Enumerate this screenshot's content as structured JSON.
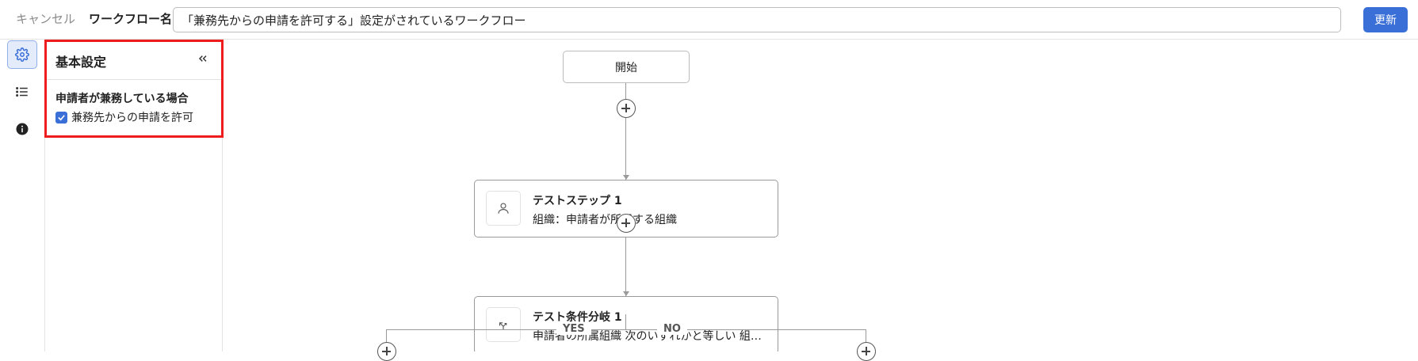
{
  "header": {
    "cancel_label": "キャンセル",
    "workflow_name_label": "ワークフロー名",
    "workflow_name_value": "「兼務先からの申請を許可する」設定がされているワークフロー",
    "update_label": "更新"
  },
  "rail": {
    "items": [
      {
        "icon": "gear-icon",
        "active": true
      },
      {
        "icon": "list-icon",
        "active": false
      },
      {
        "icon": "info-icon",
        "active": false
      }
    ]
  },
  "panel": {
    "title": "基本設定",
    "section_title": "申請者が兼務している場合",
    "checkbox_label": "兼務先からの申請を許可",
    "checkbox_checked": true
  },
  "flow": {
    "start_label": "開始",
    "steps": [
      {
        "icon": "person-icon",
        "title": "テストステップ 1",
        "description": "組織：申請者が所属する組織"
      },
      {
        "icon": "branch-icon",
        "title": "テスト条件分岐 1",
        "description": "申請者の所属組織  次のいずれかと等しい  組…"
      }
    ],
    "branch_yes": "YES",
    "branch_no": "NO"
  },
  "colors": {
    "accent": "#3a6fd8",
    "highlight": "#ee1c1c"
  }
}
